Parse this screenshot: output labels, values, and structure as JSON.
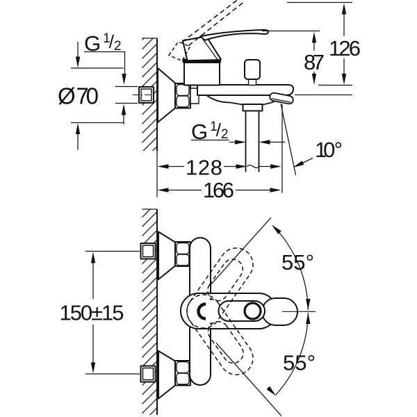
{
  "drawing": {
    "title": "Bath mixer installation dimension drawing",
    "line_color": "#111111",
    "background": "#ffffff"
  },
  "side_view": {
    "thread_label_wall": {
      "g": "G",
      "sup": "1",
      "slash": "/",
      "sub": "2"
    },
    "escutcheon_diameter": "Ø 70",
    "height_total": "126",
    "height_lever": "87",
    "thread_label_shower": {
      "g": "G",
      "sup": "1",
      "slash": "/",
      "sub": "2"
    },
    "depth_to_outlet": "128",
    "depth_total": "166",
    "spout_angle": "10 °"
  },
  "front_view": {
    "connection_distance": "150±15",
    "swivel_angle_upper": "55°",
    "swivel_angle_lower": "55°"
  }
}
